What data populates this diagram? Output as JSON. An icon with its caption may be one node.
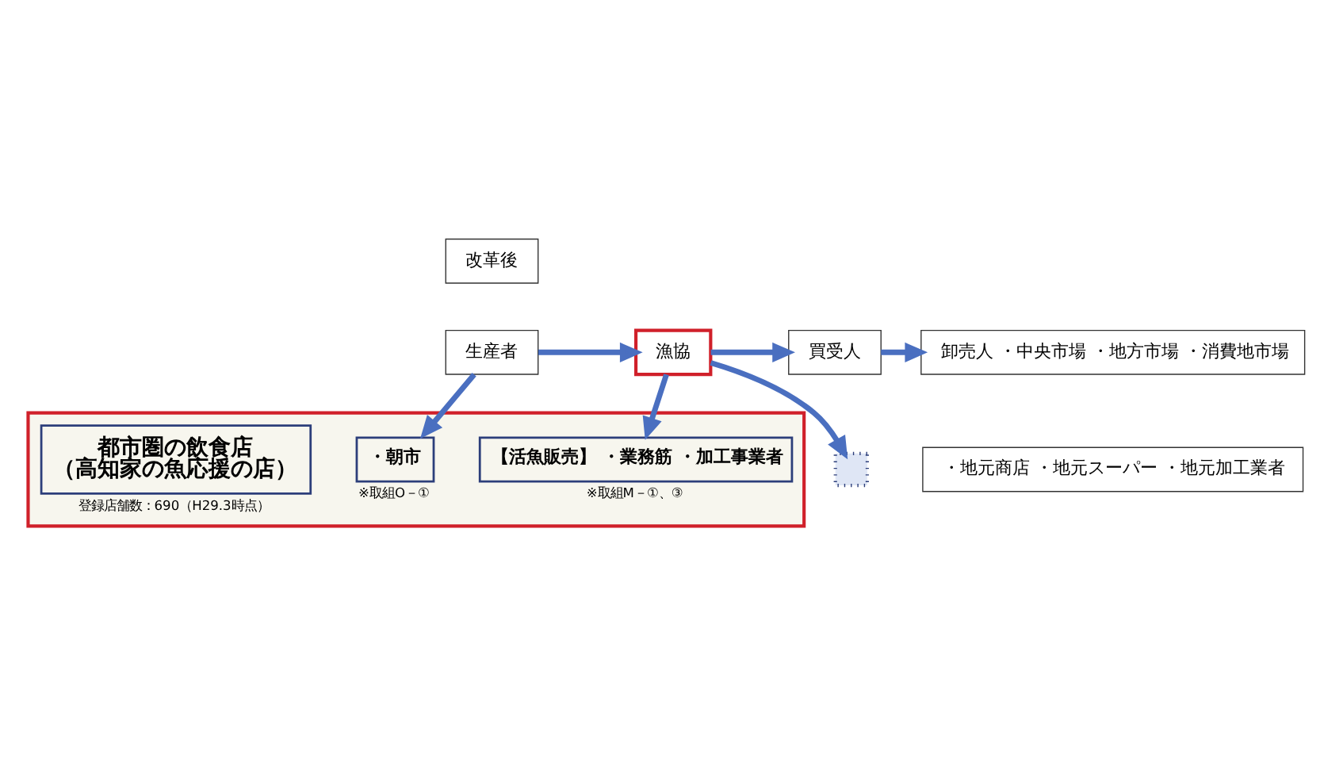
{
  "diagram": {
    "nodes": [
      {
        "text": [
          "改革後"
        ]
      },
      {
        "text": [
          "生産者"
        ]
      },
      {
        "text": [
          "漁協"
        ]
      },
      {
        "text": [
          "買受人"
        ]
      },
      {
        "text": [
          "卸売人 ・中央市場 ・地方市場 ・消費地市場"
        ]
      },
      {
        "text": [
          "・地元商店 ・地元スーパー ・地元加工業者"
        ]
      },
      {
        "text": [],
        "shape": "box"
      },
      {
        "text": [
          "・朝市"
        ],
        "in": 6,
        "beside": [
          "※取組O－①"
        ]
      },
      {
        "text": [
          "【活魚販売】 ・業務筋 ・加工事業者"
        ],
        "in": 6,
        "beside": [
          "※取組M－①、③"
        ]
      },
      {
        "text": [
          "都市圏の飲食店",
          "（高知家の魚応援の店）"
        ],
        "in": 6,
        "beside": [
          "登録店舗数：690（H29.3時点）"
        ]
      },
      {
        "text": [],
        "shape": "box"
      }
    ],
    "edges": [
      {
        "from": 1,
        "to": 2,
        "arrow": "to"
      },
      {
        "from": 2,
        "to": 3,
        "arrow": "to"
      },
      {
        "from": 3,
        "to": 4,
        "arrow": "to"
      },
      {
        "from": 1,
        "to": 7,
        "arrow": "to"
      },
      {
        "from": 2,
        "to": 8,
        "arrow": "to"
      },
      {
        "from": 2,
        "to": 10,
        "arrow": "to"
      }
    ]
  }
}
